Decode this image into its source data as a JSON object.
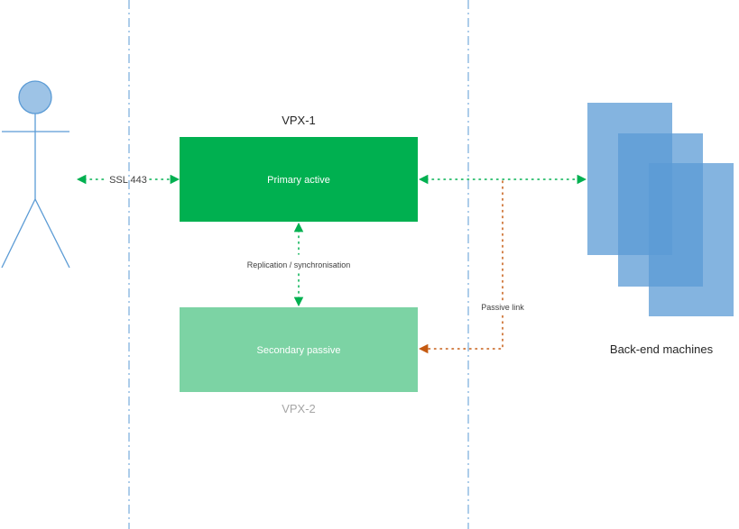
{
  "nodes": {
    "vpx1": {
      "title": "VPX-1",
      "label": "Primary active",
      "color": "#00b050"
    },
    "vpx2": {
      "title": "VPX-2",
      "label": "Secondary passive",
      "color": "#7cd3a4"
    },
    "backend": {
      "label": "Back-end machines",
      "color": "#5b9bd5"
    },
    "user": {
      "icon": "stick-figure-icon",
      "color": "#9dc3e6"
    }
  },
  "edges": {
    "client_link": {
      "label": "SSL 443",
      "color": "#00b050"
    },
    "replication": {
      "label": "Replication / synchronisation",
      "color": "#00b050"
    },
    "passive_link": {
      "label": "Passive link",
      "color": "#c55a11"
    }
  },
  "zones": {
    "divider_color": "#5b9bd5"
  }
}
